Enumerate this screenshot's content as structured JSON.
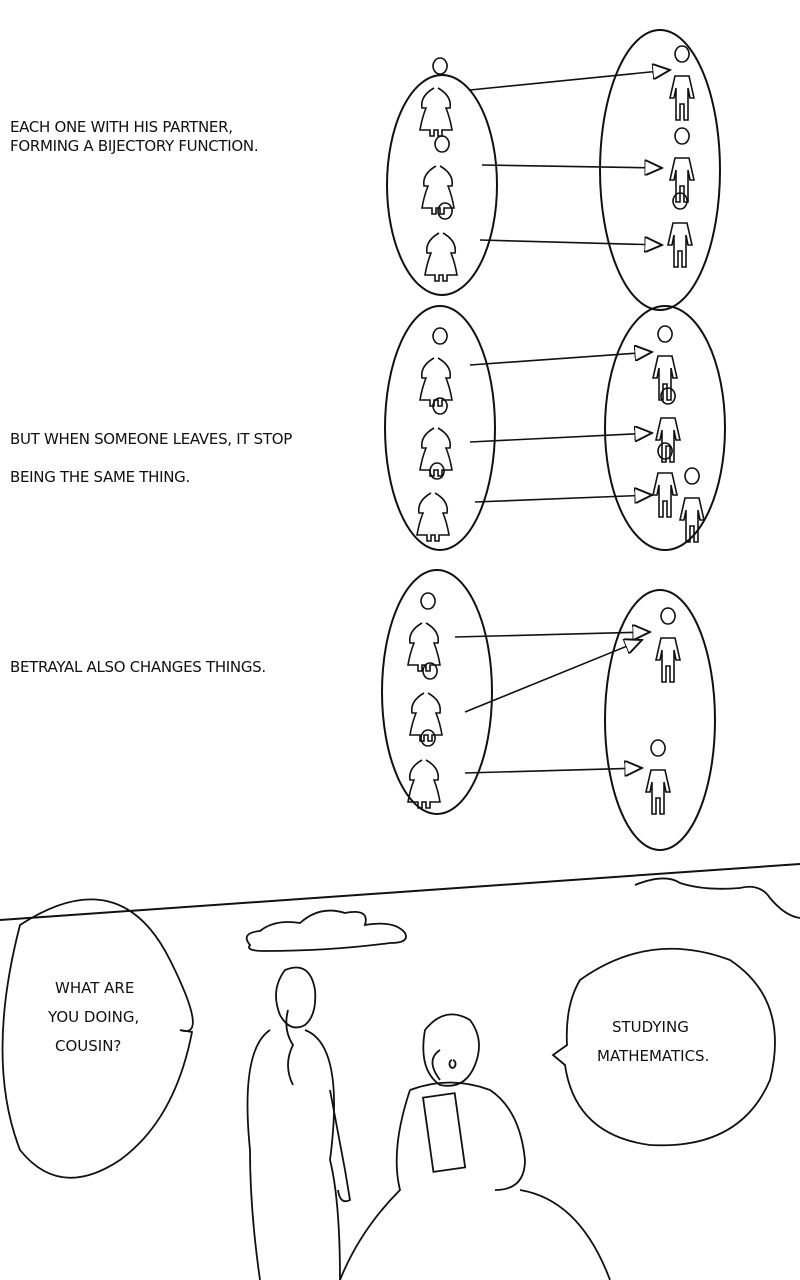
{
  "captions": {
    "panel1": [
      "EACH ONE WITH HIS PARTNER,",
      "FORMING A BIJECTORY FUNCTION."
    ],
    "panel2": [
      "BUT WHEN SOMEONE LEAVES, IT STOP",
      "BEING THE SAME THING."
    ],
    "panel3": [
      "BETRAYAL ALSO CHANGES THINGS."
    ]
  },
  "dialogue": {
    "cousin": [
      "WHAT ARE",
      "YOU DOING,",
      "COUSIN?"
    ],
    "student": [
      "STUDYING",
      "MATHEMATICS."
    ]
  },
  "colors": {
    "ink": "#111111",
    "paper": "#ffffff"
  }
}
